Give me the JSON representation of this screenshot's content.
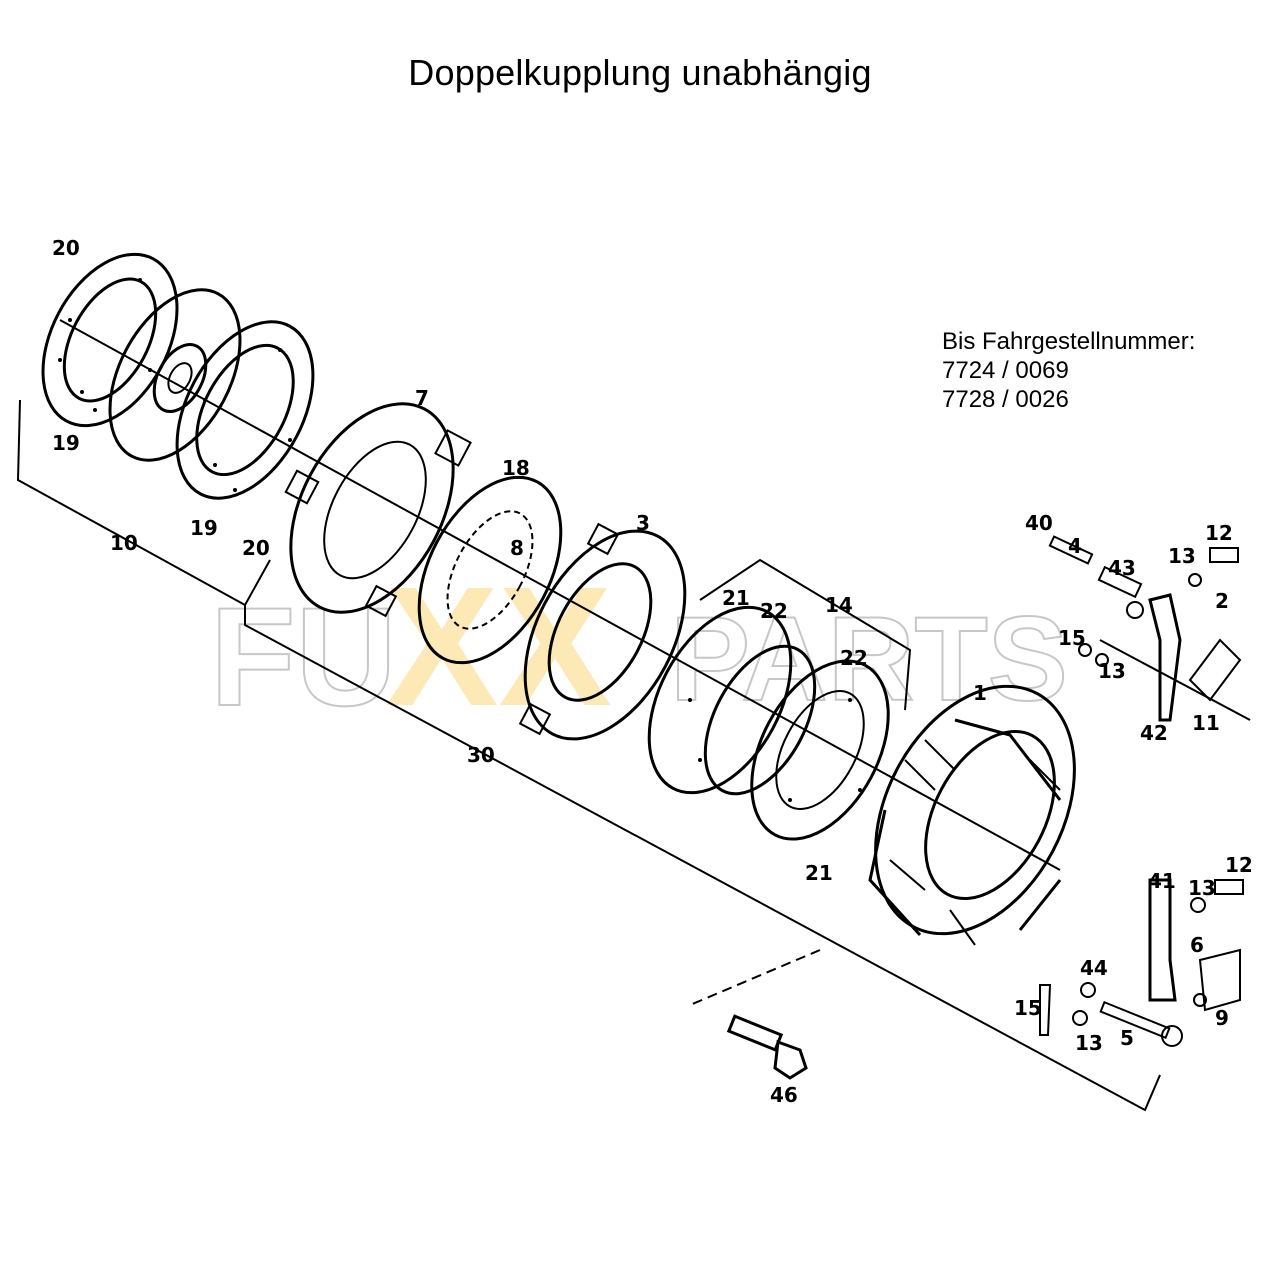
{
  "title": "Doppelkupplung unabhängig",
  "serial_note": {
    "heading": "Bis Fahrgestellnummer:",
    "numbers": [
      "7724 / 0069",
      "7728 / 0026"
    ]
  },
  "watermark": {
    "text_left": "FU",
    "text_mid": "XX",
    "text_right": "PARTS",
    "accent_color": "#f5c542"
  },
  "part_labels": {
    "p20a": "20",
    "p19a": "19",
    "p19b": "19",
    "p20b": "20",
    "p10": "10",
    "p7": "7",
    "p18": "18",
    "p8": "8",
    "p3": "3",
    "p30": "30",
    "p21a": "21",
    "p22a": "22",
    "p14": "14",
    "p22b": "22",
    "p21b": "21",
    "p1": "1",
    "p46": "46",
    "p40": "40",
    "p4": "4",
    "p43": "43",
    "p12a": "12",
    "p13a": "13",
    "p2": "2",
    "p15a": "15",
    "p13b": "13",
    "p42": "42",
    "p11": "11",
    "p41": "41",
    "p12b": "12",
    "p13c": "13",
    "p6": "6",
    "p44": "44",
    "p15b": "15",
    "p13d": "13",
    "p5": "5",
    "p9": "9"
  }
}
